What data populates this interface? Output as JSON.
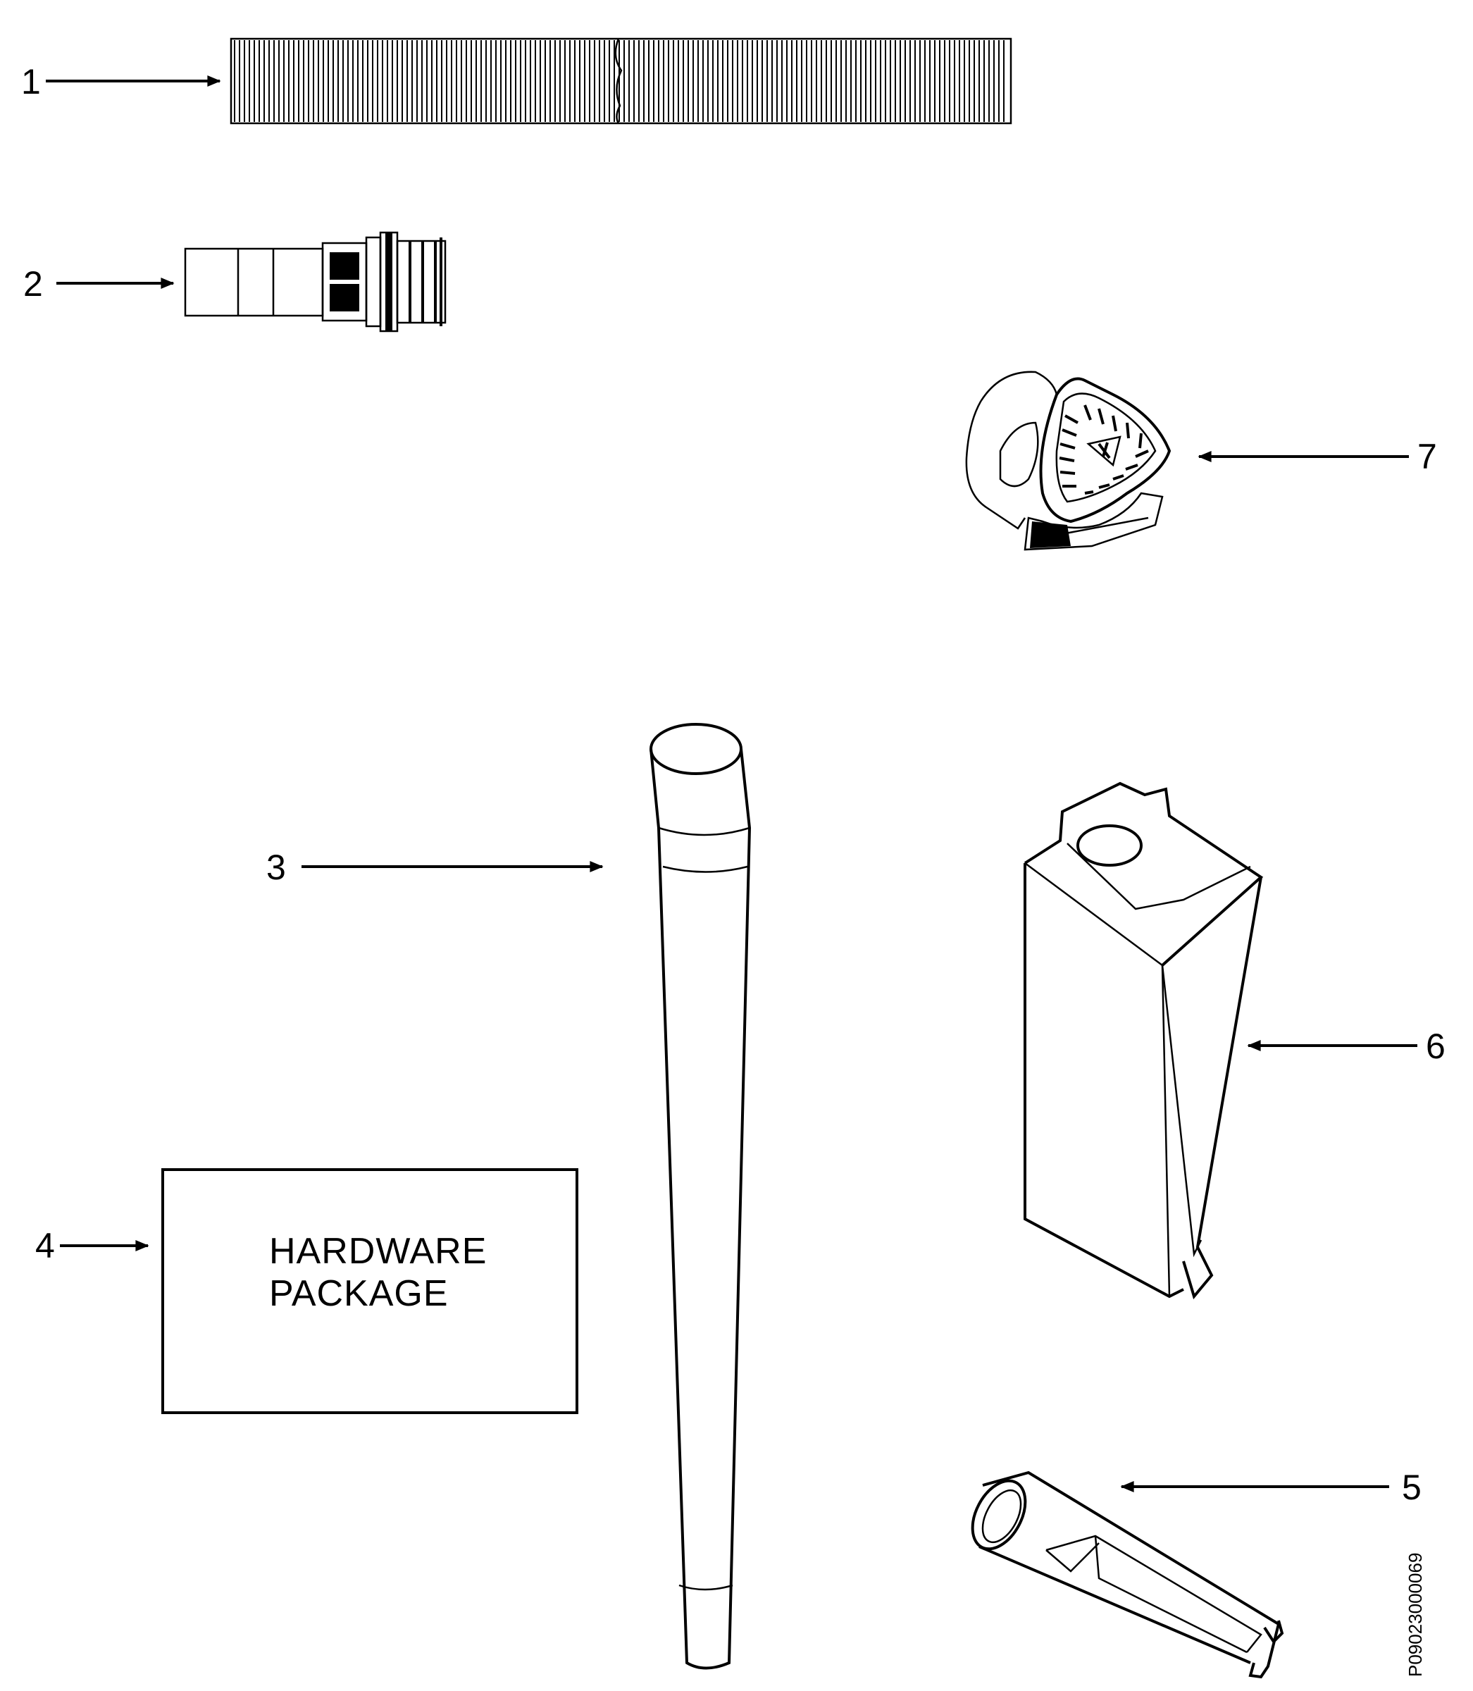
{
  "callouts": [
    {
      "label": "1"
    },
    {
      "label": "2"
    },
    {
      "label": "3"
    },
    {
      "label": "4"
    },
    {
      "label": "5"
    },
    {
      "label": "6"
    },
    {
      "label": "7"
    }
  ],
  "package_box": {
    "line1": "HARDWARE",
    "line2": "PACKAGE"
  },
  "drawing_code": "P09023000069",
  "colors": {
    "ink": "#000000",
    "paper": "#ffffff"
  }
}
